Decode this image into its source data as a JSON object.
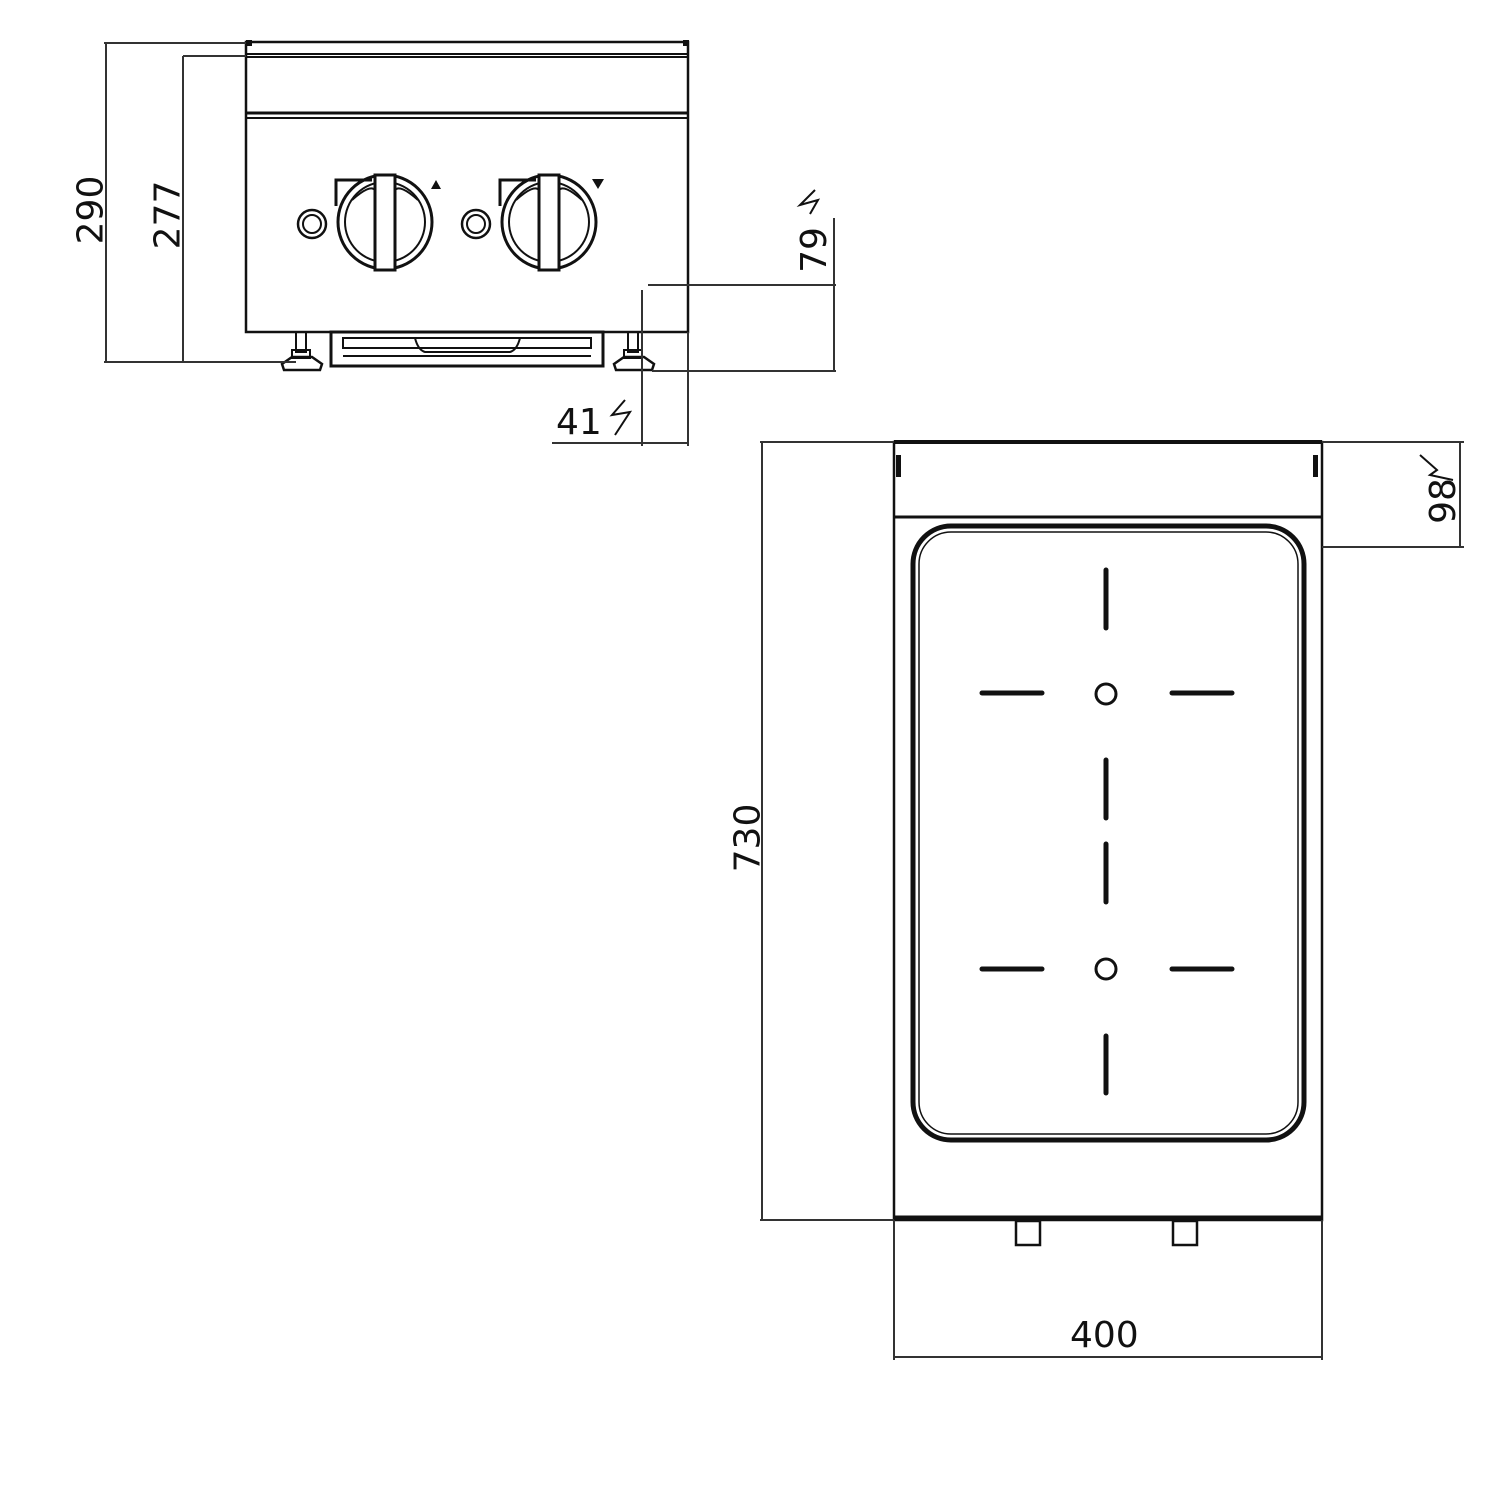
{
  "drawing": {
    "type": "technical-drawing",
    "subject": "induction cooker, 2 zones",
    "views": {
      "front": {
        "name": "front view",
        "controls": [
          {
            "type": "indicator-light",
            "knob_symbol": "zone-front"
          },
          {
            "type": "indicator-light",
            "knob_symbol": "zone-rear"
          }
        ],
        "dimensions": {
          "overall_height": "290",
          "body_height": "277",
          "power_inlet_height": "79",
          "power_inlet_offset": "41"
        }
      },
      "top": {
        "name": "top view",
        "cooking_zones": 2,
        "dimensions": {
          "depth": "730",
          "width": "400",
          "power_inlet_depth": "98"
        }
      }
    },
    "colors": {
      "line": "#111111",
      "dimension_line": "#333333",
      "background": "#ffffff"
    }
  },
  "labels": {
    "dim_290": "290",
    "dim_277": "277",
    "dim_79": "79",
    "dim_41": "41",
    "dim_98": "98",
    "dim_730": "730",
    "dim_400": "400",
    "electric_symbol": "ϟ"
  }
}
